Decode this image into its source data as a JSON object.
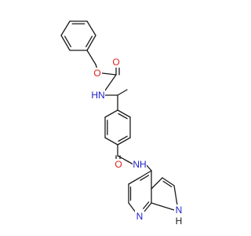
{
  "molecule": {
    "atom_labels": {
      "ester_oxygen": "O",
      "carbonyl_oxygen_top": "O",
      "carbamate_nh": "HN",
      "carbonyl_oxygen_amide": "O",
      "amide_nh": "NH",
      "pyridine_n": "N",
      "pyrrole_n": "N",
      "pyrrole_h": "H"
    },
    "colors": {
      "bond": "#1a1a1a",
      "oxygen": "#e0201b",
      "nitrogen": "#1c1ccc",
      "hydrogen": "#1a1a1a",
      "background": "#ffffff"
    }
  }
}
